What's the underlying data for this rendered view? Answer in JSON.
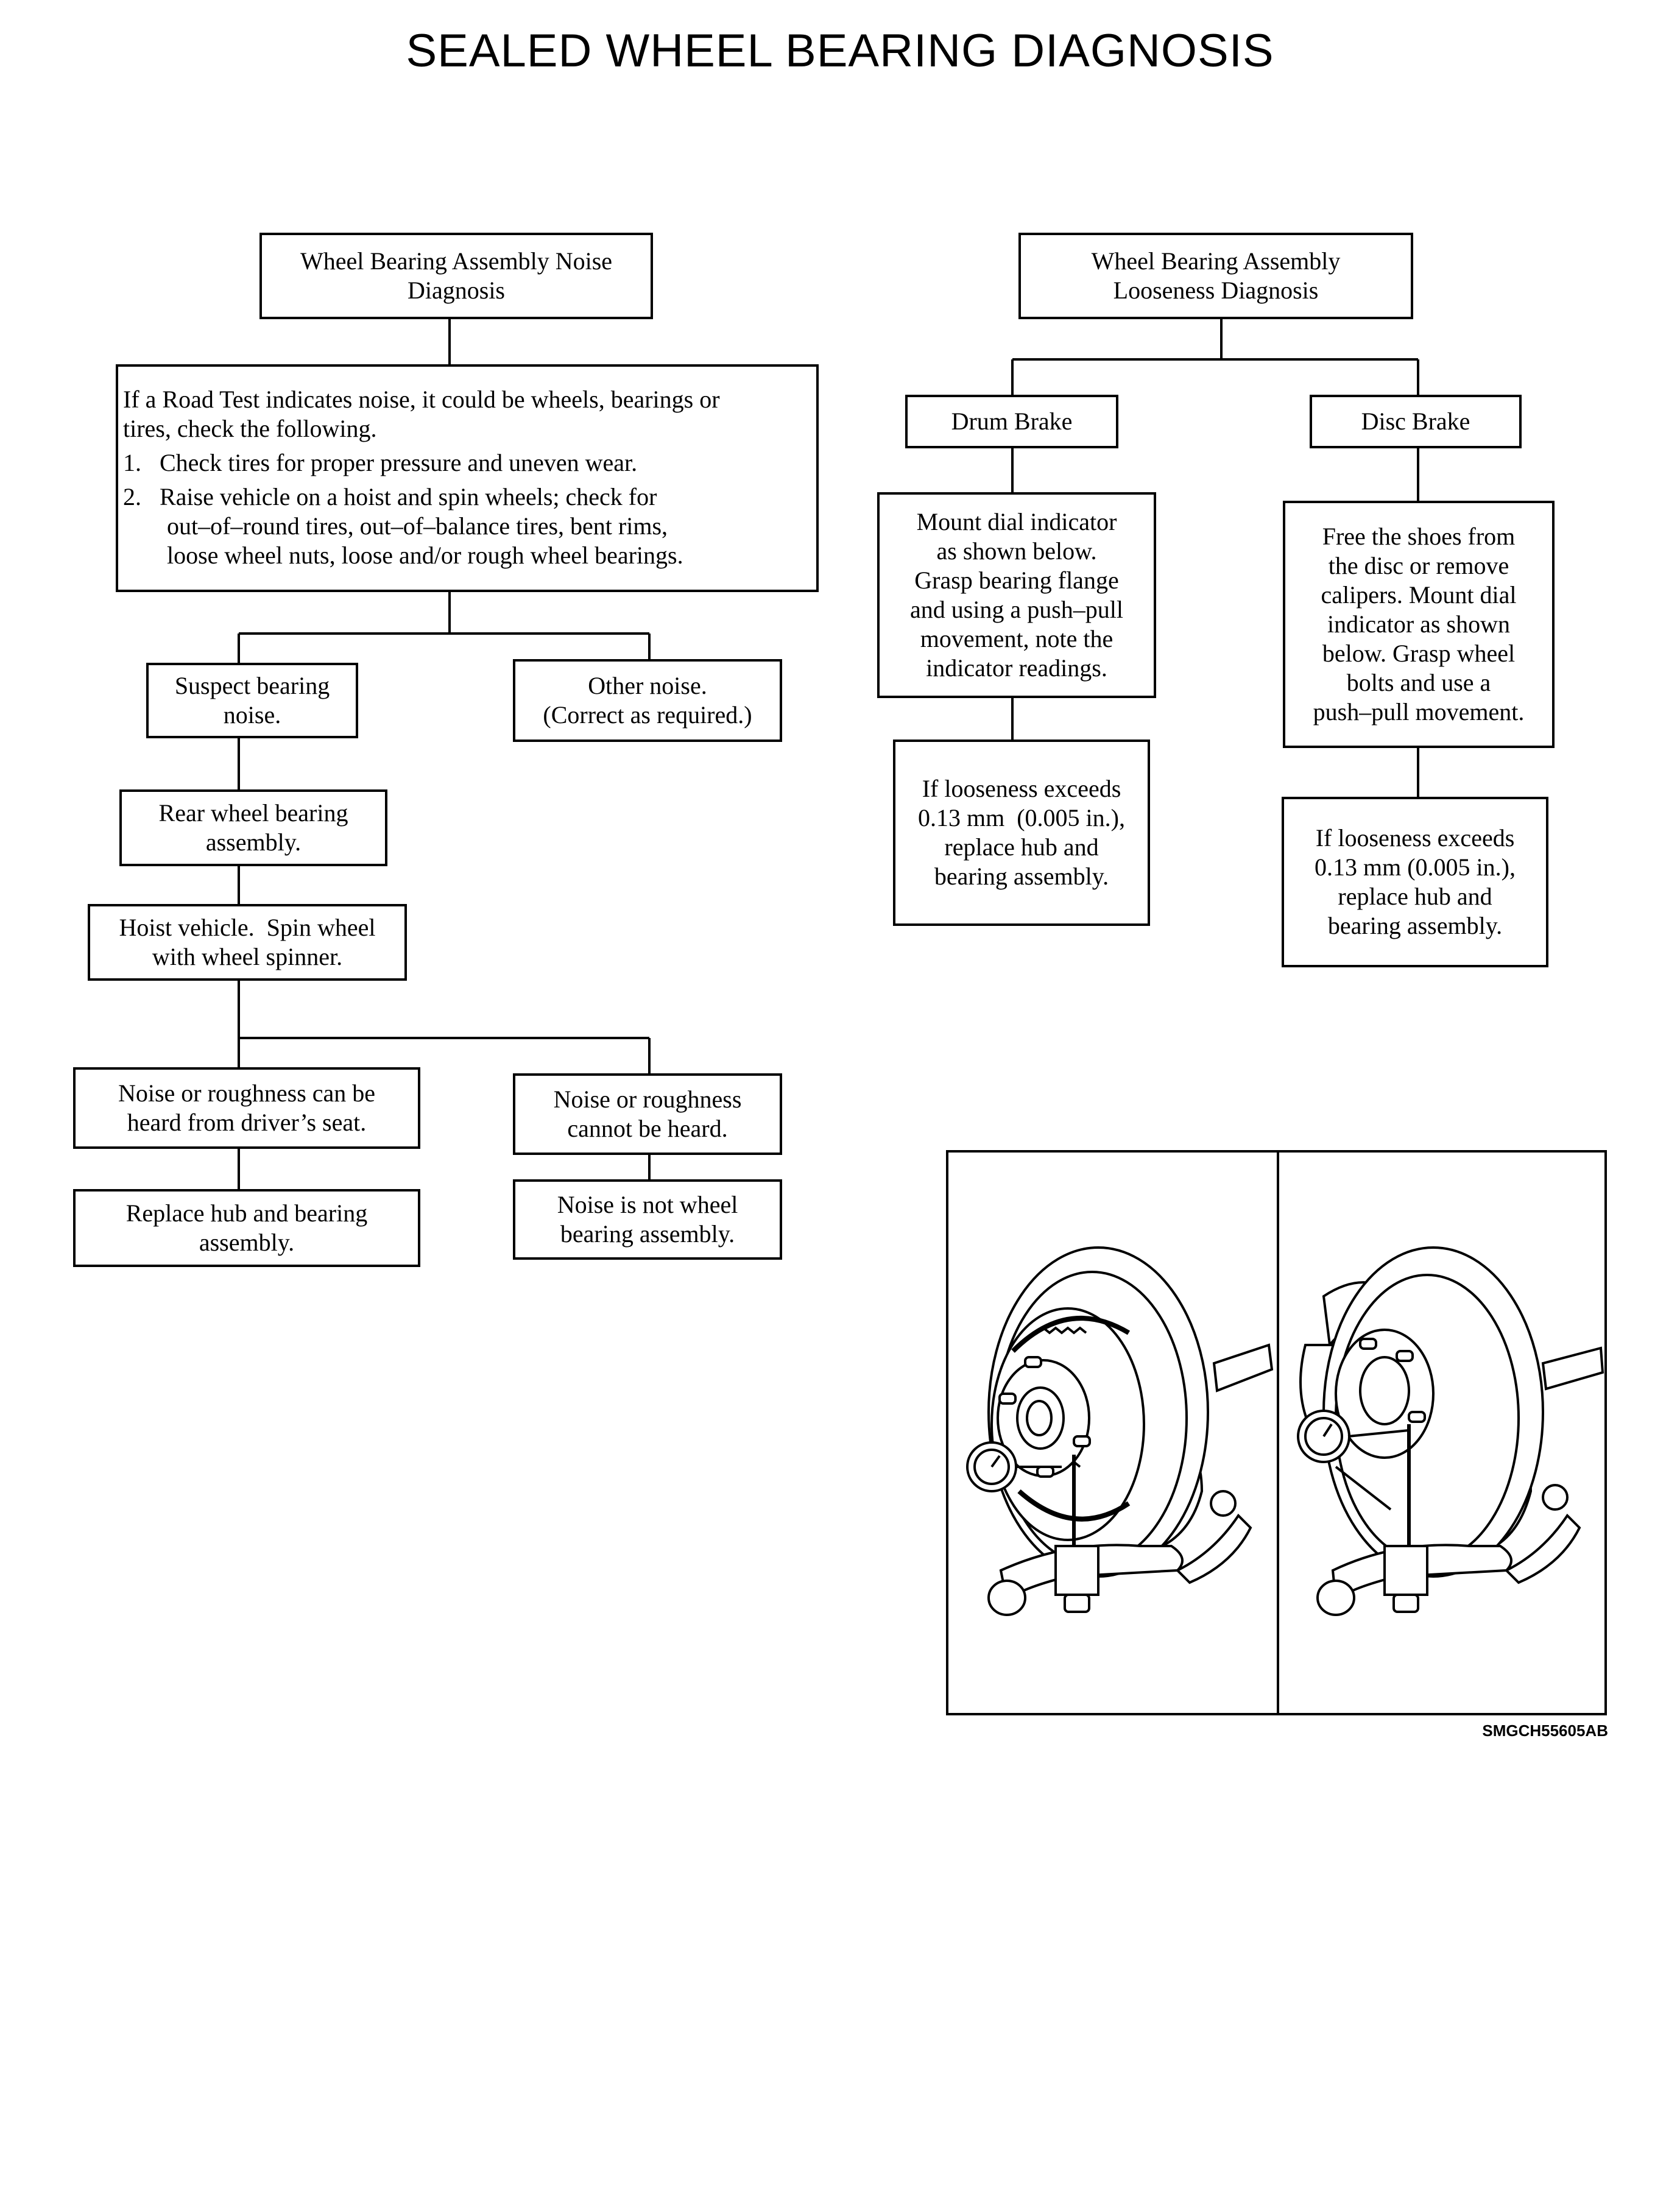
{
  "title": "SEALED WHEEL BEARING DIAGNOSIS",
  "noise": {
    "header": [
      "Wheel Bearing Assembly Noise",
      "Diagnosis"
    ],
    "road_test": {
      "intro": [
        "If a Road Test indicates noise, it could be wheels, bearings or",
        "tires, check the following."
      ],
      "step1": "1.   Check tires for proper pressure and uneven wear.",
      "step2": "2.   Raise vehicle on a hoist and spin wheels; check for",
      "step2_cont": [
        "out–of–round tires, out–of–balance tires, bent rims,",
        "loose wheel nuts, loose and/or rough wheel bearings."
      ]
    },
    "suspect": [
      "Suspect bearing",
      "noise."
    ],
    "other": [
      "Other noise.",
      "(Correct as required.)"
    ],
    "rear": [
      "Rear wheel bearing",
      "assembly."
    ],
    "hoist": [
      "Hoist vehicle.  Spin wheel",
      "with wheel spinner."
    ],
    "heard": [
      "Noise or roughness can be",
      "heard from driver’s seat."
    ],
    "not_heard": [
      "Noise or roughness",
      "cannot be heard."
    ],
    "replace": [
      "Replace hub and bearing",
      "assembly."
    ],
    "not_wheel": [
      "Noise is not wheel",
      "bearing assembly."
    ]
  },
  "looseness": {
    "header": [
      "Wheel Bearing Assembly",
      "Looseness Diagnosis"
    ],
    "drum": "Drum Brake",
    "disc": "Disc Brake",
    "drum_step": [
      "Mount dial indicator",
      "as shown below.",
      "Grasp bearing flange",
      "and using a push–pull",
      "movement, note the",
      "indicator readings."
    ],
    "disc_step": [
      "Free the shoes from",
      "the disc or remove",
      "calipers. Mount dial",
      "indicator as shown",
      "below. Grasp wheel",
      "bolts and use a",
      "push–pull movement."
    ],
    "drum_result": [
      "If looseness exceeds",
      "0.13 mm  (0.005 in.),",
      "replace hub and",
      "bearing assembly."
    ],
    "disc_result": [
      "If looseness exceeds",
      "0.13 mm (0.005 in.),",
      "replace hub and",
      "bearing assembly."
    ]
  },
  "figure_code": "SMGCH55605AB"
}
